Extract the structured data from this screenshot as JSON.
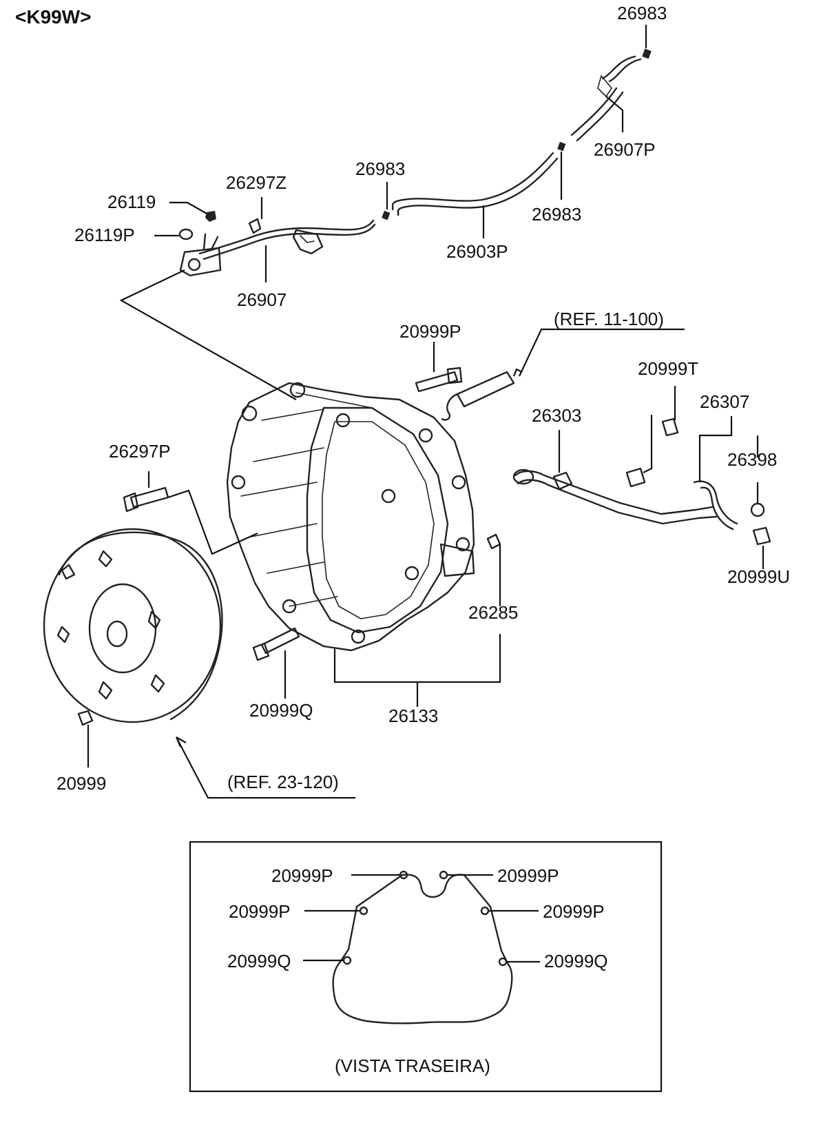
{
  "model_code": "<K99W>",
  "callouts": {
    "c26983_top": "26983",
    "c26907P": "26907P",
    "c26983_mid": "26983",
    "c26983_left": "26983",
    "c26903P": "26903P",
    "c26297Z": "26297Z",
    "c26119": "26119",
    "c26119P": "26119P",
    "c26907": "26907",
    "c20999P_top": "20999P",
    "ref_11_100": "(REF. 11-100)",
    "c20999T": "20999T",
    "c26307": "26307",
    "c26303": "26303",
    "c26398": "26398",
    "c20999U": "20999U",
    "c26297P": "26297P",
    "c26285": "26285",
    "c26133": "26133",
    "c20999Q": "20999Q",
    "c20999": "20999",
    "ref_23_120": "(REF. 23-120)"
  },
  "rear_view": {
    "caption": "(VISTA TRASEIRA)",
    "left_labels": [
      "20999P",
      "20999P",
      "20999Q"
    ],
    "right_labels": [
      "20999P",
      "20999P",
      "20999Q"
    ]
  },
  "colors": {
    "line": "#111111",
    "background": "#ffffff"
  }
}
